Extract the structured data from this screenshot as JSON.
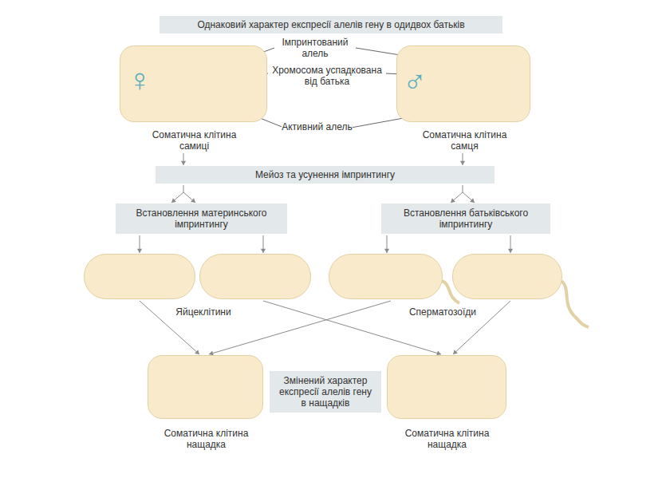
{
  "diagram": {
    "nodes": [
      {
        "text": [
          "Однаковий характер експресії алелів гену в одидвох батьків"
        ]
      },
      {
        "text": [
          "♀",
          "Соматична клітина самиці"
        ]
      },
      {
        "text": [
          "♂",
          "Соматична клітина самця"
        ]
      },
      {
        "text": [
          "Мейоз та усунення імпринтингу"
        ]
      },
      {
        "text": [
          "Встановлення материнського імпринтингу"
        ]
      },
      {
        "text": [
          "Встановлення батьківського імпринтингу"
        ]
      },
      {
        "text": []
      },
      {
        "text": []
      },
      {
        "text": []
      },
      {
        "text": []
      },
      {
        "text": [
          "Соматична клітина нащадка"
        ]
      },
      {
        "text": [
          "Змінений характер експресії алелів гену в нащадків"
        ]
      },
      {
        "text": [
          "Соматична клітина нащадка"
        ]
      }
    ],
    "edges": [
      {
        "from": 1,
        "to": 3,
        "arrow": "to"
      },
      {
        "from": 2,
        "to": 3,
        "arrow": "to"
      },
      {
        "from": 3,
        "to": 4,
        "arrow": "to"
      },
      {
        "from": 3,
        "to": 5,
        "arrow": "to"
      },
      {
        "from": 4,
        "to": 6,
        "arrow": "to"
      },
      {
        "from": 4,
        "to": 7,
        "arrow": "to"
      },
      {
        "from": 5,
        "to": 8,
        "arrow": "to"
      },
      {
        "from": 5,
        "to": 9,
        "arrow": "to"
      },
      {
        "from": 6,
        "to": 10,
        "arrow": "to"
      },
      {
        "from": 8,
        "to": 10,
        "arrow": "to"
      },
      {
        "from": 7,
        "to": 12,
        "arrow": "to"
      },
      {
        "from": 9,
        "to": 12,
        "arrow": "to"
      }
    ],
    "labels": [
      "Імпринтований алель",
      "Хромосома успадкована від батька",
      "Активний алель",
      "Яйцеклітини",
      "Сперматозоїди"
    ]
  }
}
